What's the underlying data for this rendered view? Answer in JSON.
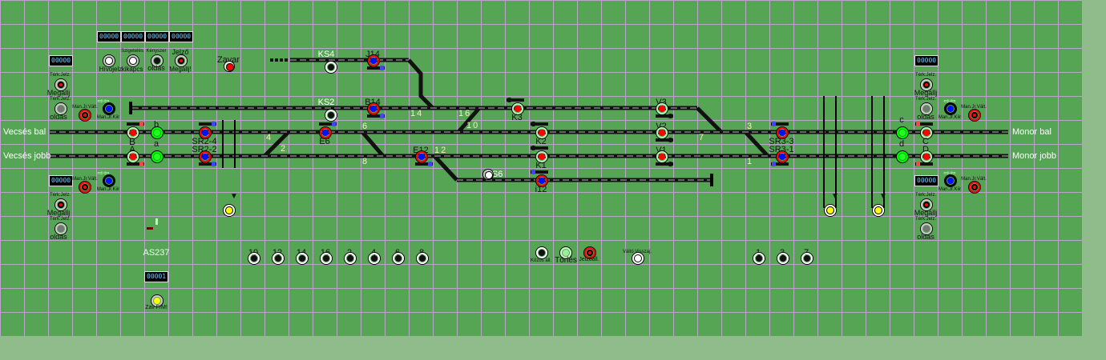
{
  "track_labels": {
    "vecses_bal": "Vecsés bal",
    "vecses_jobb": "Vecsés jobb",
    "monor_bal": "Monor bal",
    "monor_jobb": "Monor jobb"
  },
  "counters": {
    "top": [
      "00000",
      "00000",
      "00000",
      "00000"
    ],
    "left_upper": "00000",
    "left_lower": "00000",
    "right_upper": "00000",
    "right_lower": "00000",
    "as": "00001"
  },
  "controls": {
    "hivojelz": "Hívójelz",
    "szigeteles": "Szigetelés",
    "kikapcs": "kikapcs",
    "kenyszer": "Kényszer",
    "kenyszer_oldas": "oldás",
    "jelzo": "Jelző",
    "jelzo_megallj": "Megállj!",
    "zavar": "Zavar",
    "terk_jelz": "Térk.Jelz.",
    "megallj": "Megállj",
    "oldas": "oldás",
    "man_jr_valt": "Man.Jr.Vált.",
    "man_jr_kiir": "Man.Jr.Kiir",
    "as_label": "AS237",
    "zav_fm": "Zav F/M!",
    "kozos_all": "Közös áll.",
    "torles": "Törlés",
    "jelzoall": "Jelzőáll.",
    "valto_visszaj": "Váltó Visszaj."
  },
  "signals": {
    "B": "B",
    "b": "b",
    "A": "A",
    "a": "a",
    "SR2_4": "SR2-4",
    "SR2_2": "SR2-2",
    "KS4": "KS4",
    "KS2": "KS2",
    "KS6": "KS6",
    "J14": "J14",
    "B14": "B14",
    "E6": "E6",
    "E12": "E12",
    "K3": "K3",
    "K2": "K2",
    "K1": "K1",
    "i12": "i12",
    "V3": "V3",
    "V2": "V2",
    "V1": "V1",
    "SR3_3": "SR3-3",
    "SR3_1": "SR3-1",
    "c": "c",
    "C": "C",
    "d": "d",
    "D": "D"
  },
  "switch_numbers": {
    "n4": "4",
    "n2": "2",
    "n6": "6",
    "n8": "8",
    "n14": "14",
    "n16": "16",
    "n10": "10",
    "n12": "12",
    "n7": "7",
    "n3": "3",
    "n1": "1"
  },
  "switch_buttons": [
    "10",
    "12",
    "14",
    "16",
    "2",
    "4",
    "6",
    "8"
  ],
  "switch_buttons_right": [
    "1",
    "3",
    "7"
  ]
}
